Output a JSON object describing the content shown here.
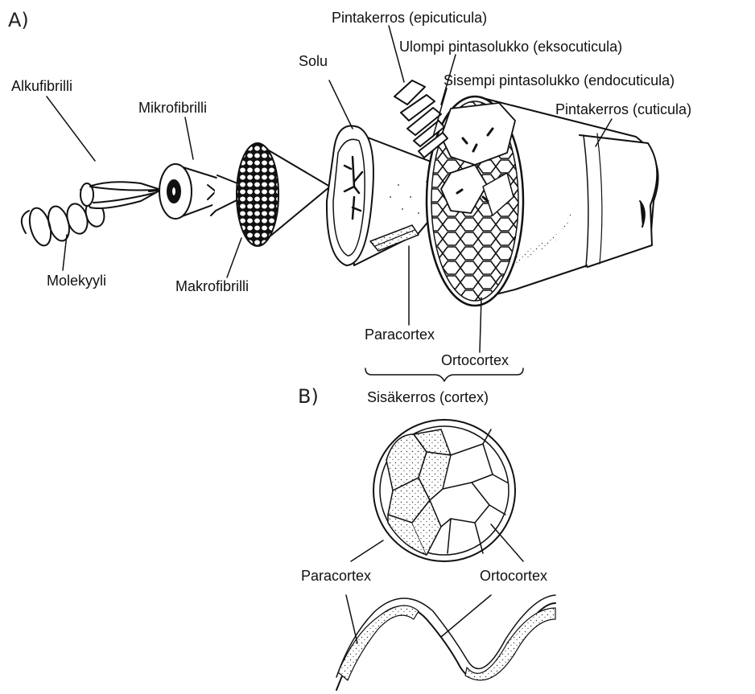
{
  "panels": {
    "a": "A)",
    "b": "B)"
  },
  "labels_a": {
    "epicuticula": "Pintakerros (epicuticula)",
    "eksocuticula": "Ulompi pintasolukko (eksocuticula)",
    "endocuticula": "Sisempi pintasolukko (endocuticula)",
    "cuticula": "Pintakerros (cuticula)",
    "solu": "Solu",
    "alkufibrilli": "Alkufibrilli",
    "mikrofibrilli": "Mikrofibrilli",
    "makrofibrilli": "Makrofibrilli",
    "molekyyli": "Molekyyli",
    "paracortex": "Paracortex",
    "ortocortex": "Ortocortex",
    "cortex": "Sisäkerros (cortex)"
  },
  "labels_b": {
    "paracortex": "Paracortex",
    "ortocortex": "Ortocortex"
  }
}
